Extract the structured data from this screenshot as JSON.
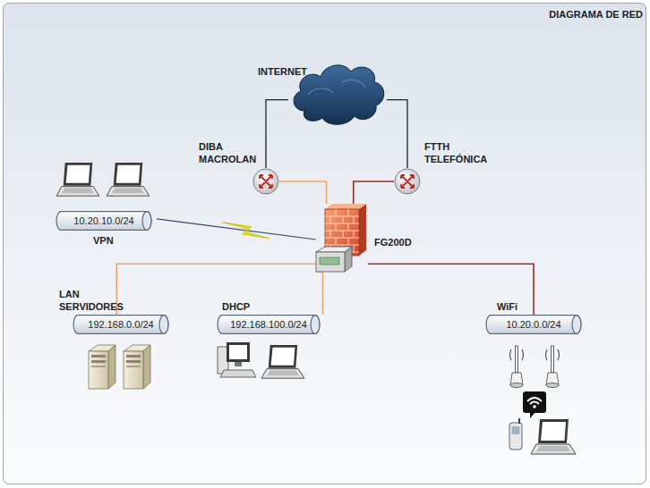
{
  "diagram": {
    "title": "DIAGRAMA DE RED",
    "nodes": [
      {
        "text": [
          "INTERNET"
        ]
      },
      {
        "text": [
          "DIBA MACROLAN"
        ]
      },
      {
        "text": [
          "FTTH TELEFÓNICA"
        ]
      },
      {
        "text": [
          "10.20.10.0/24",
          "VPN"
        ]
      },
      {
        "text": [
          "FG200D"
        ]
      },
      {
        "text": [
          "LAN SERVIDORES",
          "192.168.0.0/24"
        ]
      },
      {
        "text": [
          "DHCP",
          "192.168.100.0/24"
        ]
      },
      {
        "text": [
          "WiFi",
          "10.20.0.0/24"
        ]
      }
    ],
    "edges": [
      {
        "from": 0,
        "to": 1,
        "arrow": "none"
      },
      {
        "from": 0,
        "to": 2,
        "arrow": "none"
      },
      {
        "from": 1,
        "to": 4,
        "arrow": "none"
      },
      {
        "from": 2,
        "to": 4,
        "arrow": "none"
      },
      {
        "from": 3,
        "to": 4,
        "arrow": "none"
      },
      {
        "from": 4,
        "to": 5,
        "arrow": "none"
      },
      {
        "from": 4,
        "to": 6,
        "arrow": "none"
      },
      {
        "from": 4,
        "to": 7,
        "arrow": "none"
      }
    ]
  }
}
